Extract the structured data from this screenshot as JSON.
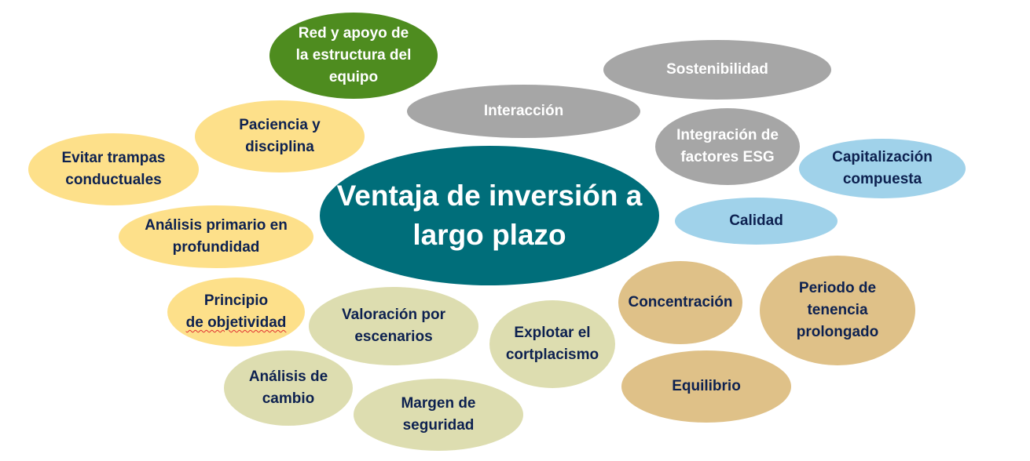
{
  "diagram": {
    "type": "bubble-map",
    "center": {
      "label": "Ventaja de inversión a\nlargo plazo",
      "color": "#006e7a"
    },
    "nodes": [
      {
        "id": "red-apoyo",
        "label": "Red y apoyo de\nla estructura del\nequipo",
        "color": "#4e8c1f"
      },
      {
        "id": "sostenibilidad",
        "label": "Sostenibilidad",
        "color": "#a6a6a6"
      },
      {
        "id": "interaccion",
        "label": "Interacción",
        "color": "#a6a6a6"
      },
      {
        "id": "integracion-esg",
        "label": "Integración de\nfactores ESG",
        "color": "#a6a6a6"
      },
      {
        "id": "capitalizacion",
        "label": "Capitalización\ncompuesta",
        "color": "#a0d2ea"
      },
      {
        "id": "calidad",
        "label": "Calidad",
        "color": "#a0d2ea"
      },
      {
        "id": "paciencia",
        "label": "Paciencia y\ndisciplina",
        "color": "#fde08a"
      },
      {
        "id": "evitar-trampas",
        "label": "Evitar trampas\nconductuales",
        "color": "#fde08a"
      },
      {
        "id": "analisis-primario",
        "label": "Análisis primario en\nprofundidad",
        "color": "#fde08a"
      },
      {
        "id": "principio-line1",
        "label": "Principio",
        "color": "#fde08a"
      },
      {
        "id": "principio-line2",
        "label": "de objetividad",
        "color": "#fde08a"
      },
      {
        "id": "valoracion",
        "label": "Valoración por\nescenarios",
        "color": "#ddddb0"
      },
      {
        "id": "explotar",
        "label": "Explotar el\ncortplacismo",
        "color": "#ddddb0"
      },
      {
        "id": "analisis-cambio",
        "label": "Análisis de\ncambio",
        "color": "#ddddb0"
      },
      {
        "id": "margen",
        "label": "Margen de\nseguridad",
        "color": "#ddddb0"
      },
      {
        "id": "concentracion",
        "label": "Concentración",
        "color": "#dfc188"
      },
      {
        "id": "periodo",
        "label": "Periodo de\ntenencia\nprolongado",
        "color": "#dfc188"
      },
      {
        "id": "equilibrio",
        "label": "Equilibrio",
        "color": "#dfc188"
      }
    ]
  }
}
